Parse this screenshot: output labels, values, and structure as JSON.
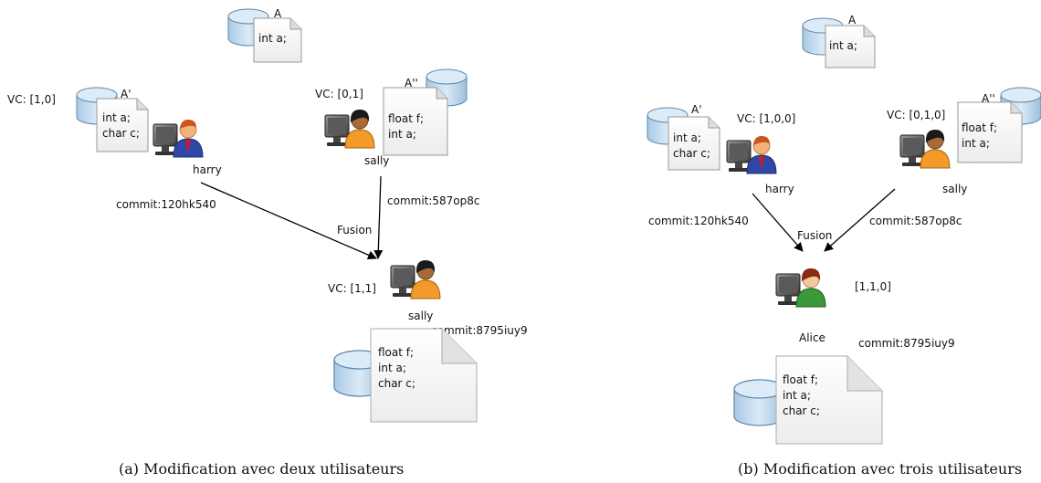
{
  "left": {
    "doc_top": {
      "label": "A",
      "lines": [
        "int a;"
      ]
    },
    "doc_harry": {
      "label": "A'",
      "lines": [
        "int a;",
        "char c;"
      ],
      "vc": "VC: [1,0]"
    },
    "doc_sally": {
      "label": "A''",
      "lines": [
        "float f;",
        "int a;"
      ],
      "vc": "VC: [0,1]"
    },
    "harry": {
      "name": "harry",
      "commit": "commit:120hk540"
    },
    "sally": {
      "name": "sally",
      "commit": "commit:587op8c"
    },
    "fusion": "Fusion",
    "merged": {
      "name": "sally",
      "vc": "VC: [1,1]",
      "commit": "commit:8795iuy9",
      "lines": [
        "float f;",
        "int a;",
        "char c;"
      ]
    },
    "caption": "(a) Modification avec deux utilisateurs"
  },
  "right": {
    "doc_top": {
      "label": "A",
      "lines": [
        "int a;"
      ]
    },
    "doc_harry": {
      "label": "A'",
      "lines": [
        "int a;",
        "char c;"
      ],
      "vc": "VC: [1,0,0]"
    },
    "doc_sally": {
      "label": "A''",
      "lines": [
        "float f;",
        "int a;"
      ],
      "vc": "VC: [0,1,0]"
    },
    "harry": {
      "name": "harry",
      "commit": "commit:120hk540"
    },
    "sally": {
      "name": "sally",
      "commit": "commit:587op8c"
    },
    "fusion": "Fusion",
    "merged": {
      "name": "Alice",
      "vc": "[1,1,0]",
      "commit": "commit:8795iuy9",
      "lines": [
        "float f;",
        "int a;",
        "char c;"
      ]
    },
    "caption": "(b) Modification avec trois utilisateurs"
  },
  "colors": {
    "db_fill": "#c9dff2",
    "db_stroke": "#5f87a8",
    "arrow": "#000000",
    "shirt_green": "#3a9a3a",
    "shirt_orange": "#f39a2b",
    "shirt_blue": "#2f47a8"
  }
}
